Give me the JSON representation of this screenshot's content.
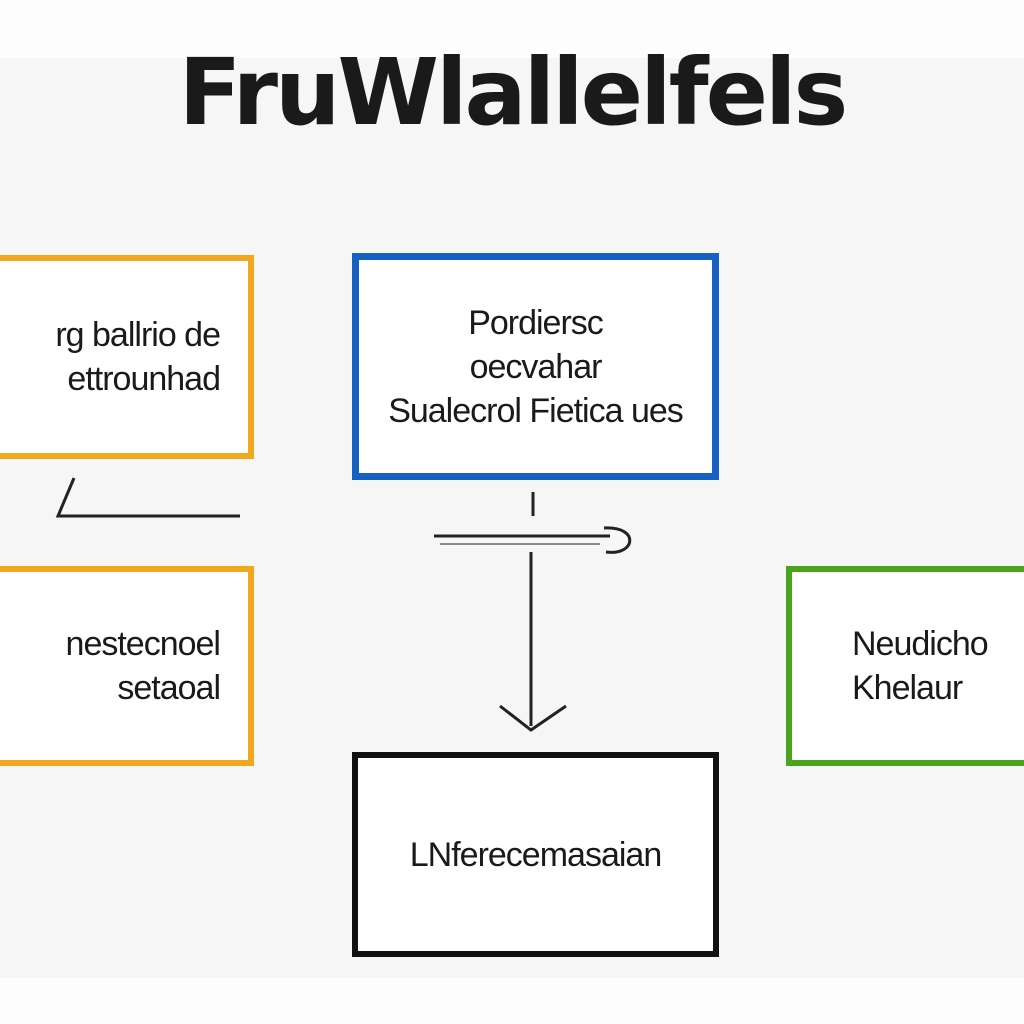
{
  "title": "FruWlallelfels",
  "colors": {
    "orange": "#f2a81d",
    "blue": "#1560c2",
    "green": "#4aa51c",
    "black": "#111111",
    "text": "#1a1a1a"
  },
  "boxes": {
    "top_left": {
      "lines": [
        "rg ballrio de",
        "ettrounhad"
      ]
    },
    "center": {
      "lines": [
        "Pordiersc",
        "oecvahar",
        "Sualecrol Fietica ues"
      ]
    },
    "bottom_left": {
      "lines": [
        "nestecnoel",
        "setaoal"
      ]
    },
    "right": {
      "lines": [
        "Neudicho",
        "Khelaur"
      ]
    },
    "bottom": {
      "lines": [
        "LNferecemasaian"
      ]
    }
  }
}
